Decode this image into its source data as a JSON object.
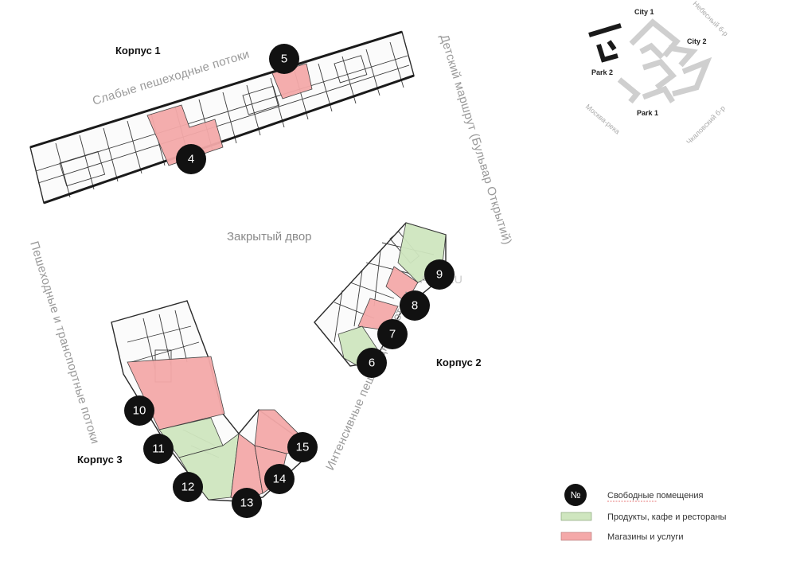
{
  "map": {
    "buildings": {
      "korpus1": "Корпус 1",
      "korpus2": "Корпус 2",
      "korpus3": "Корпус 3"
    },
    "flows": {
      "weak_pedestrian": "Слабые пешеходные потоки",
      "children_route": "Детский маршрут (Бульвар Открытий)",
      "pedestrian_transport": "Пешеходные и транспортные потоки",
      "intensive_pedestrian": "Интенсивные пешеходные потоки"
    },
    "courtyard": "Закрытый двор",
    "watermark": "ASD.RU",
    "premises": [
      {
        "number": "4",
        "category": "shops"
      },
      {
        "number": "5",
        "category": "shops"
      },
      {
        "number": "6",
        "category": "food"
      },
      {
        "number": "7",
        "category": "shops"
      },
      {
        "number": "8",
        "category": "shops"
      },
      {
        "number": "9",
        "category": "food"
      },
      {
        "number": "10",
        "category": "shops"
      },
      {
        "number": "11",
        "category": "food"
      },
      {
        "number": "12",
        "category": "food"
      },
      {
        "number": "13",
        "category": "shops"
      },
      {
        "number": "14",
        "category": "shops"
      },
      {
        "number": "15",
        "category": "shops"
      }
    ],
    "colors": {
      "shops": "#f4a9a9",
      "food": "#cfe6bf",
      "badge": "#111111"
    }
  },
  "minimap": {
    "labels": {
      "city1": "City 1",
      "city2": "City 2",
      "park1": "Park 1",
      "park2": "Park 2"
    },
    "roads": {
      "nebesny": "Небесный б-р",
      "moskva_reka": "Москва-река",
      "chkalovsky": "Чкаловский б-р"
    }
  },
  "legend": {
    "symbol": "№",
    "free_premises": "Свободные помещения",
    "food": "Продукты, кафе и рестораны",
    "shops": "Магазины и услуги"
  }
}
